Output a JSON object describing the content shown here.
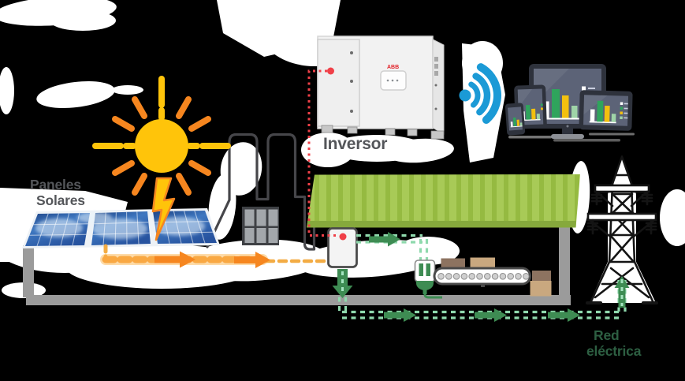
{
  "labels": {
    "solar_panels_line1": "Paneles",
    "solar_panels_line2": "Solares",
    "inverter": "Inversor",
    "inverter_brand": "ABB",
    "power_grid_line1": "Red",
    "power_grid_line2": "eléctrica"
  },
  "colors": {
    "background": "#000000",
    "splotch_white": "#ffffff",
    "sun_yellow": "#ffc40a",
    "ray_orange": "#f6861f",
    "flow_orange_band": "#f9a843",
    "flow_orange_arrow": "#f6861f",
    "panel_blue_dark": "#1e4486",
    "panel_blue_light": "#6db3e8",
    "label_gray": "#54565a",
    "red_dashed_line": "#f04048",
    "roof_green": "#a8ca57",
    "roof_green_dark": "#95ba41",
    "roof_eave_green": "#86a93c",
    "flow_green_dark": "#3e8c53",
    "flow_green_light": "#8fd9ad",
    "wifi_blue": "#1b9ad6",
    "grid_label_green": "#2d5f42",
    "structure_gray": "#9b9b9b",
    "outline_dark": "#3d3d40",
    "device_frame": "#2e323c",
    "device_screen": "#5c6377",
    "chart_bar_white": "#ffffff",
    "chart_bar_green": "#2fa45c",
    "chart_bar_yellow": "#f3c00f",
    "chart_bar_lightgreen": "#9fd4a8",
    "box_brown_dark": "#8d7360",
    "box_brown_light": "#c9a87f"
  },
  "device_charts": {
    "type": "bar",
    "bar_colors": [
      "#ffffff",
      "#2fa45c",
      "#f3c00f",
      "#9fd4a8"
    ],
    "legend_swatches": [
      "#ffffff",
      "#2fa45c",
      "#f3c00f",
      "#9fd4a8"
    ]
  },
  "icons": [
    "sun-icon",
    "lightning-icon",
    "solar-panels",
    "factory-outline",
    "inverter-device",
    "wifi-icon",
    "monitor-device",
    "tablet-device",
    "phone-device",
    "warehouse-roof",
    "electrical-box",
    "plug-icon",
    "conveyor-belt",
    "cardboard-box",
    "transmission-tower"
  ]
}
